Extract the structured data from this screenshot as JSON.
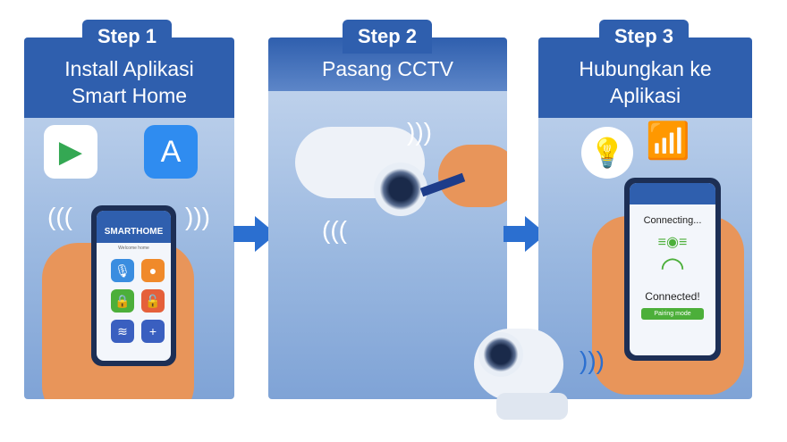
{
  "steps": [
    {
      "badge": "Step 1",
      "title_line1": "Install Aplikasi",
      "title_line2": "Smart Home",
      "phone": {
        "app_name": "SMARTHOME",
        "subtitle": "Welcome home"
      }
    },
    {
      "badge": "Step 2",
      "title_line1": "Pasang CCTV"
    },
    {
      "badge": "Step 3",
      "title_line1": "Hubungkan ke",
      "title_line2": "Aplikasi",
      "phone": {
        "status": "Connecting...",
        "result": "Connected!",
        "button": "Pairing mode"
      }
    }
  ],
  "colors": {
    "header": "#2f5fae",
    "arrow": "#2b6fd0",
    "success": "#4caf3a"
  }
}
